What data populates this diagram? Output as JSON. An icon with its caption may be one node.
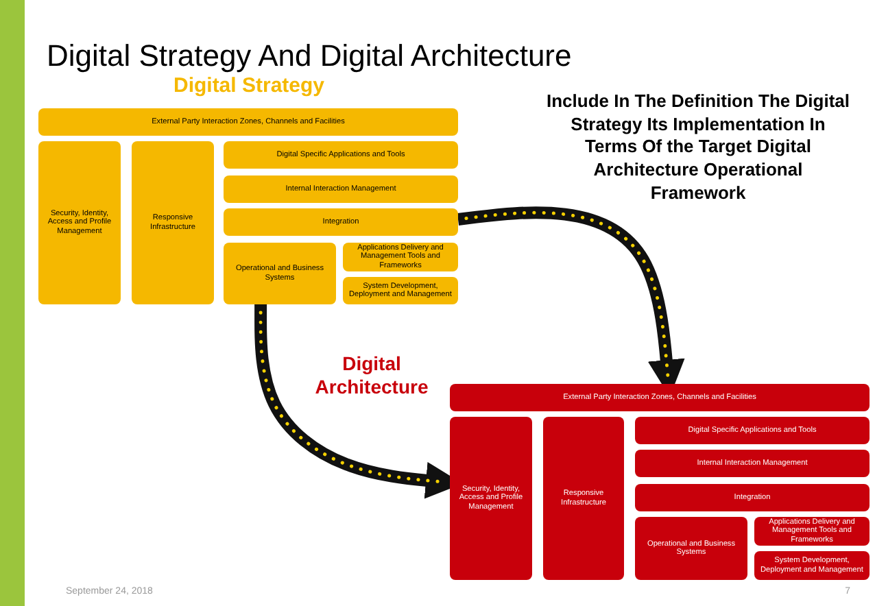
{
  "diagram": {
    "title": "Digital Strategy And Digital Architecture",
    "nodes": [
      {
        "text": [
          "Digital Strategy"
        ]
      },
      {
        "text": [
          "External Party Interaction Zones, Channels and Facilities"
        ],
        "in": 0
      },
      {
        "text": [
          "Security, Identity, Access and Profile Management"
        ],
        "in": 0
      },
      {
        "text": [
          "Responsive Infrastructure"
        ],
        "in": 0
      },
      {
        "text": [
          "Digital Specific Applications and Tools"
        ],
        "in": 0
      },
      {
        "text": [
          "Internal Interaction Management"
        ],
        "in": 0
      },
      {
        "text": [
          "Integration"
        ],
        "in": 0
      },
      {
        "text": [
          "Operational and Business Systems"
        ],
        "in": 0
      },
      {
        "text": [
          "Applications Delivery and Management Tools and Frameworks"
        ],
        "in": 0
      },
      {
        "text": [
          "System Development, Deployment and Management"
        ],
        "in": 0
      },
      {
        "text": [
          "Digital Architecture"
        ]
      },
      {
        "text": [
          "External Party Interaction Zones, Channels and Facilities"
        ],
        "in": 10
      },
      {
        "text": [
          "Security, Identity, Access and Profile Management"
        ],
        "in": 10
      },
      {
        "text": [
          "Responsive Infrastructure"
        ],
        "in": 10
      },
      {
        "text": [
          "Digital Specific Applications and Tools"
        ],
        "in": 10
      },
      {
        "text": [
          "Internal Interaction Management"
        ],
        "in": 10
      },
      {
        "text": [
          "Integration"
        ],
        "in": 10
      },
      {
        "text": [
          "Operational and Business Systems"
        ],
        "in": 10
      },
      {
        "text": [
          "Applications Delivery and Management Tools and Frameworks"
        ],
        "in": 10
      },
      {
        "text": [
          "System Development, Deployment and Management"
        ],
        "in": 10
      }
    ],
    "edges": [
      {
        "from": 6,
        "to": 11,
        "arrow": "to"
      },
      {
        "from": 7,
        "to": 12,
        "arrow": "to"
      }
    ],
    "labels": [
      "Include In The Definition The Digital Strategy Its Implementation In Terms Of the Target Digital Architecture Operational Framework",
      "September 24, 2018",
      "7"
    ]
  }
}
